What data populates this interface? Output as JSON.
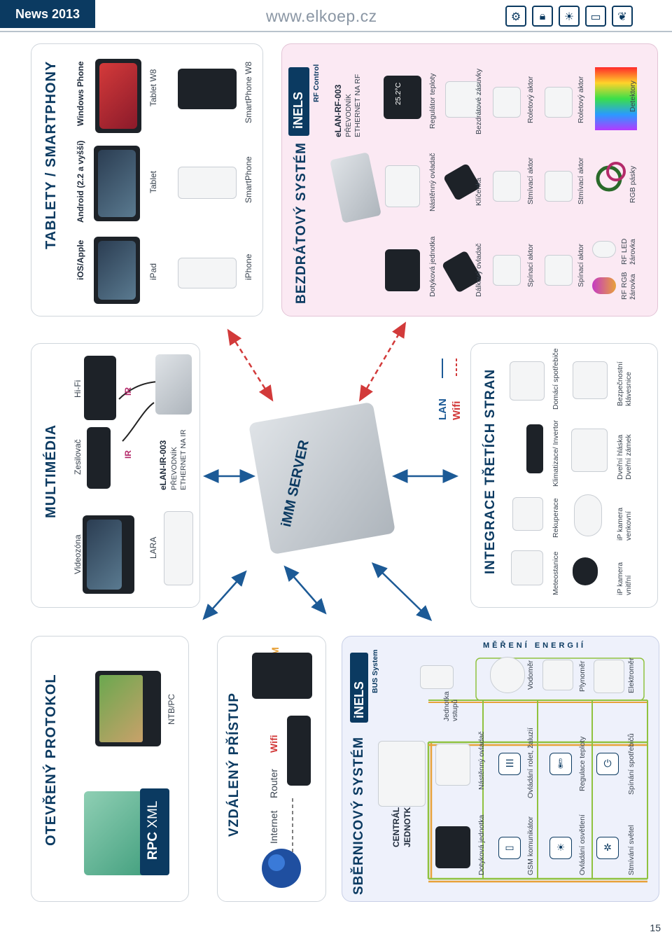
{
  "header": {
    "news_label": "News 2013",
    "url": "www.elkoep.cz",
    "icons": [
      "gear-icon",
      "lock-icon",
      "bulb-icon",
      "window-icon",
      "leaf-icon"
    ]
  },
  "page_number": "15",
  "open_protocol": {
    "title": "OTEVŘENÝ PROTOKOL",
    "rpc_label": "RPC",
    "xml_label": "XML",
    "pc_label": "NTB/PC"
  },
  "remote": {
    "title": "VZDÁLENÝ PŘÍSTUP",
    "internet": "Internet",
    "router": "Router",
    "wifi": "Wifi",
    "gsm": "GSM"
  },
  "bus": {
    "title": "SBĚRNICOVÝ SYSTÉM",
    "brand": "iNELS",
    "brand_sub": "BUS System",
    "central": "CENTRÁLNÍ\nJEDNOTKA",
    "devices": [
      "Dotyková jednotka",
      "Nástěnný ovladač",
      "Jednotka\nvstupů",
      "GSM komunikátor",
      "Ovládání rolet, žaluzií",
      "Ovládání osvětlení",
      "Regulace teploty",
      "Stmívání světel",
      "Spínání spotřebičů"
    ],
    "meters": [
      "Vodoměr",
      "Plynoměr",
      "Elektroměr"
    ],
    "energy_label": "MĚŘENÍ ENERGIÍ"
  },
  "multimedia": {
    "title": "MULTIMÉDIA",
    "items": [
      "Videozóna",
      "Zesilovač",
      "Hi-Fi",
      "LARA"
    ],
    "ir": "IR",
    "elan_title": "eLAN-IR-003",
    "elan_sub1": "PŘEVODNÍK",
    "elan_sub2": "ETHERNET NA IR"
  },
  "server": {
    "label_prefix": "iMM",
    "label_main": "SERVER"
  },
  "network": {
    "lan": "LAN",
    "wifi": "Wifi"
  },
  "third_party": {
    "title": "INTEGRACE TŘETÍCH STRAN",
    "row1": [
      "Meteostanice",
      "Rekuperace",
      "Klimatizace/ Invertor",
      "Domácí spotřebiče"
    ],
    "row2": [
      "iP kamera\nvnitřní",
      "iP kamera\nvenkovní",
      "Dveřní hláska\nDveřní zámek",
      "Bezpečnostní\nklávesnice"
    ]
  },
  "tablets": {
    "title": "TABLETY / SMARTPHONY",
    "os": [
      "iOS/Apple",
      "Android (2.2 a vyšší)",
      "Windows Phone"
    ],
    "tablets": [
      "iPad",
      "Tablet",
      "Tablet W8"
    ],
    "phones": [
      "iPhone",
      "SmartPhone",
      "SmartPhone W8"
    ]
  },
  "wireless": {
    "title": "BEZDRÁTOVÝ SYSTÉM",
    "brand": "iNELS",
    "brand_sub": "RF Control",
    "elan_title": "eLAN-RF-003",
    "elan_sub1": "PŘEVODNÍK",
    "elan_sub2": "ETHERNET NA RF",
    "thermo": "25.2°C",
    "row1": [
      "Dotyková jednotka",
      "Nástěnný ovladač",
      "Regulátor teploty"
    ],
    "row2": [
      "Dálkový ovladač",
      "Klíčenka",
      "Bezdrátové zásuvky"
    ],
    "row3": [
      "Spínací aktor",
      "Stmívací aktor",
      "Roletový aktor"
    ],
    "row4": [
      "Spínací aktor",
      "Stmívací aktor",
      "Roletový aktor"
    ],
    "row5": [
      "RF RGB\nžárovka",
      "RF LED\nžárovka",
      "RGB pásky",
      "Detektory"
    ]
  },
  "colors": {
    "navy": "#0b3a61",
    "pink_bg": "#fbe9f3",
    "blue_bg": "#eef1fb",
    "arrow_blue": "#1c5a96",
    "arrow_red": "#d23a3a",
    "bus_green": "#8fc23f",
    "bus_orange": "#e8a23a"
  }
}
